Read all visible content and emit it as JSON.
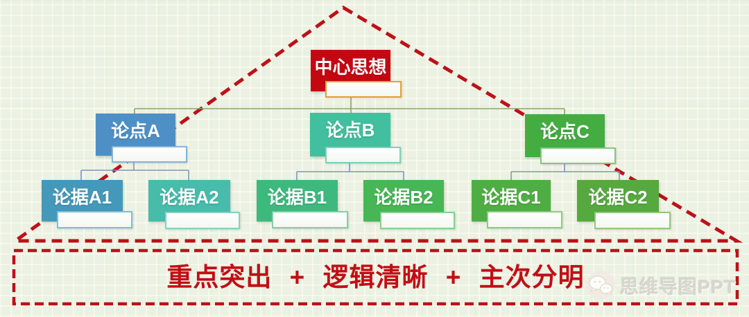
{
  "diagram": {
    "type": "pyramid-mindmap",
    "root": {
      "label": "中心思想",
      "color": "#c50712"
    },
    "points": [
      {
        "id": "A",
        "label": "论点A",
        "color": "#4e90c6"
      },
      {
        "id": "B",
        "label": "论点B",
        "color": "#41bf9e"
      },
      {
        "id": "C",
        "label": "论点C",
        "color": "#43ad42"
      }
    ],
    "evidence": [
      {
        "id": "A1",
        "label": "论据A1",
        "color": "#4499ba",
        "parent": "A"
      },
      {
        "id": "A2",
        "label": "论据A2",
        "color": "#47bcab",
        "parent": "A"
      },
      {
        "id": "B1",
        "label": "论据B1",
        "color": "#3eb97e",
        "parent": "B"
      },
      {
        "id": "B2",
        "label": "论据B2",
        "color": "#46b754",
        "parent": "B"
      },
      {
        "id": "C1",
        "label": "论据C1",
        "color": "#4fae43",
        "parent": "C"
      },
      {
        "id": "C2",
        "label": "论据C2",
        "color": "#56a93f",
        "parent": "C"
      }
    ],
    "connector_colors": {
      "level1": "#8aa45c",
      "level2": "#7e93bb"
    },
    "frame": {
      "style": "dashed",
      "color": "#bd1018",
      "shapes": [
        "triangle",
        "rectangle"
      ]
    }
  },
  "slogan": {
    "text": "重点突出 + 逻辑清晰 + 主次分明",
    "color": "#c20d15"
  },
  "watermark": {
    "text": "思维导图PPT",
    "logo": "chat-bubbles-icon"
  }
}
